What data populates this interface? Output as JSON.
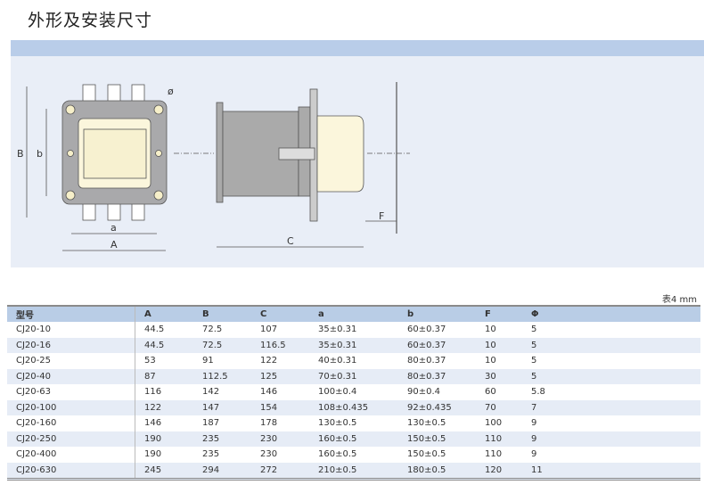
{
  "title": "外形及安装尺寸",
  "drawing_labels": {
    "A": "A",
    "B": "B",
    "C": "C",
    "a": "a",
    "b": "b",
    "F": "F",
    "phi": "ø"
  },
  "unit_note": "表4 mm",
  "table": {
    "headers": [
      "型号",
      "A",
      "B",
      "C",
      "a",
      "b",
      "F",
      "Φ"
    ],
    "rows": [
      [
        "CJ20-10",
        "44.5",
        "72.5",
        "107",
        "35±0.31",
        "60±0.37",
        "10",
        "5"
      ],
      [
        "CJ20-16",
        "44.5",
        "72.5",
        "116.5",
        "35±0.31",
        "60±0.37",
        "10",
        "5"
      ],
      [
        "CJ20-25",
        "53",
        "91",
        "122",
        "40±0.31",
        "80±0.37",
        "10",
        "5"
      ],
      [
        "CJ20-40",
        "87",
        "112.5",
        "125",
        "70±0.31",
        "80±0.37",
        "30",
        "5"
      ],
      [
        "CJ20-63",
        "116",
        "142",
        "146",
        "100±0.4",
        "90±0.4",
        "60",
        "5.8"
      ],
      [
        "CJ20-100",
        "122",
        "147",
        "154",
        "108±0.435",
        "92±0.435",
        "70",
        "7"
      ],
      [
        "CJ20-160",
        "146",
        "187",
        "178",
        "130±0.5",
        "130±0.5",
        "100",
        "9"
      ],
      [
        "CJ20-250",
        "190",
        "235",
        "230",
        "160±0.5",
        "150±0.5",
        "110",
        "9"
      ],
      [
        "CJ20-400",
        "190",
        "235",
        "230",
        "160±0.5",
        "150±0.5",
        "110",
        "9"
      ],
      [
        "CJ20-630",
        "245",
        "294",
        "272",
        "210±0.5",
        "180±0.5",
        "120",
        "11"
      ]
    ]
  }
}
